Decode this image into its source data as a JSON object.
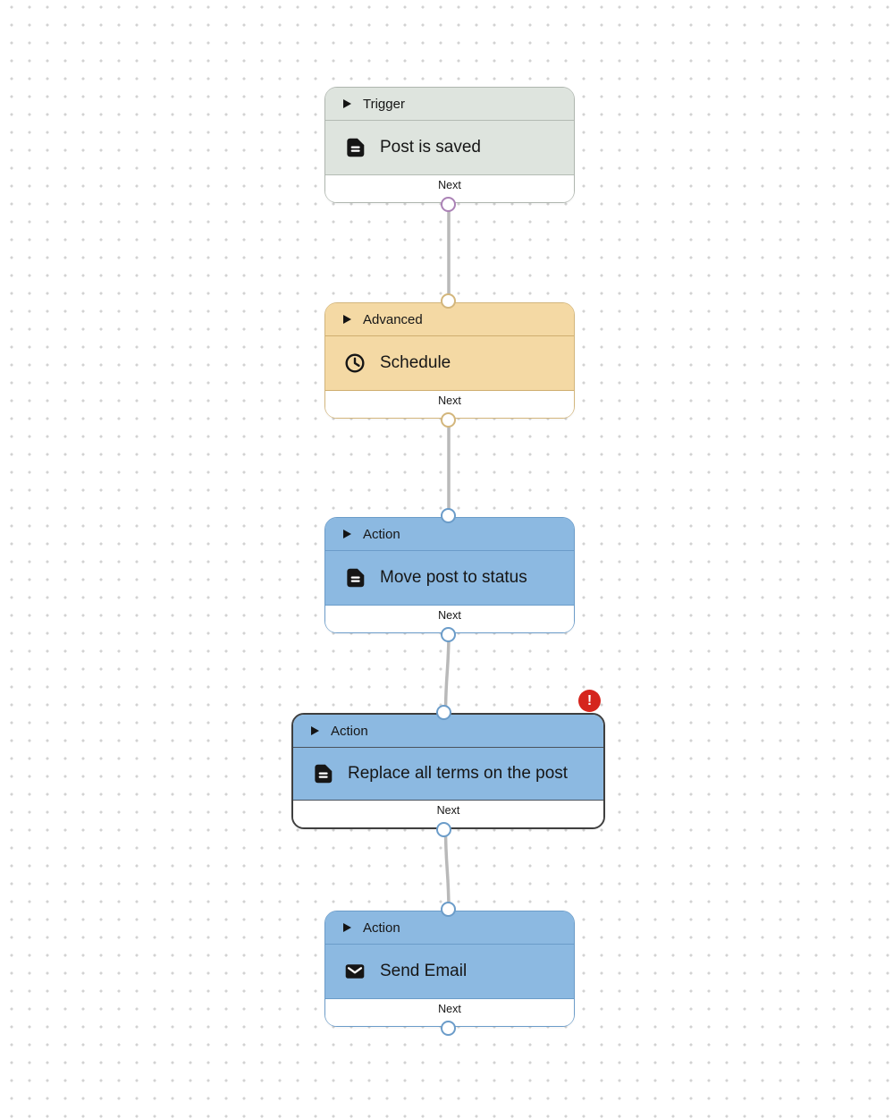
{
  "canvas": {
    "background_color": "#ffffff",
    "grid_dot_color": "#d2d2d2",
    "edge_color": "#b9b9b9"
  },
  "nodes": [
    {
      "category": "Trigger",
      "title": "Post is saved",
      "icon": "document-icon",
      "next_label": "Next",
      "has_input_port": false,
      "selected": false,
      "has_error": false,
      "colors": {
        "fill": "#dee4de",
        "border": "#afb6af",
        "divider": "#b3bbb3",
        "port": "#ab82b6"
      }
    },
    {
      "category": "Advanced",
      "title": "Schedule",
      "icon": "clock-icon",
      "next_label": "Next",
      "has_input_port": true,
      "selected": false,
      "has_error": false,
      "colors": {
        "fill": "#f4d9a4",
        "border": "#d3b67c",
        "divider": "#cfae6f",
        "port": "#d3b67c"
      }
    },
    {
      "category": "Action",
      "title": "Move post to status",
      "icon": "document-icon",
      "next_label": "Next",
      "has_input_port": true,
      "selected": false,
      "has_error": false,
      "colors": {
        "fill": "#8cb9e1",
        "border": "#6b9cc9",
        "divider": "#6b9cc9",
        "port": "#6b9cc9"
      }
    },
    {
      "category": "Action",
      "title": "Replace all terms on the post",
      "icon": "document-icon",
      "next_label": "Next",
      "has_input_port": true,
      "selected": true,
      "has_error": true,
      "error_badge": "!",
      "error_color": "#d5251d",
      "colors": {
        "fill": "#8cb9e1",
        "border": "#3f3f3f",
        "divider": "#49525c",
        "port": "#6b9cc9"
      }
    },
    {
      "category": "Action",
      "title": "Send Email",
      "icon": "mail-icon",
      "next_label": "Next",
      "has_input_port": true,
      "selected": false,
      "has_error": false,
      "colors": {
        "fill": "#8cb9e1",
        "border": "#6b9cc9",
        "divider": "#6b9cc9",
        "port": "#6b9cc9"
      }
    }
  ],
  "edges": [
    {
      "from": "Post is saved",
      "to": "Schedule"
    },
    {
      "from": "Schedule",
      "to": "Move post to status"
    },
    {
      "from": "Move post to status",
      "to": "Replace all terms on the post"
    },
    {
      "from": "Replace all terms on the post",
      "to": "Send Email"
    }
  ]
}
